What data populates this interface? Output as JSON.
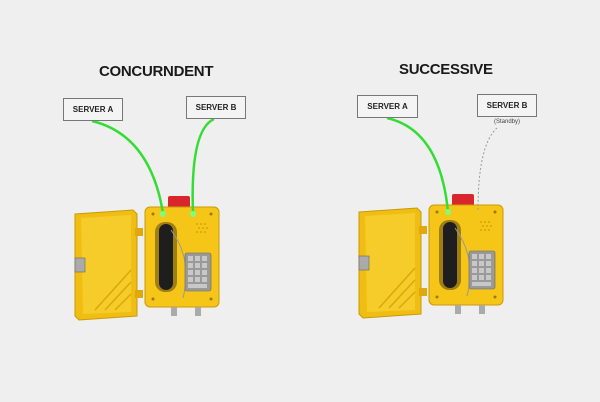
{
  "diagrams": [
    {
      "title": "CONCURNDENT",
      "server_a": "SERVER A",
      "server_b": "SERVER B"
    },
    {
      "title": "SUCCESSIVE",
      "server_a": "SERVER A",
      "server_b": "SERVER B",
      "server_b_note": "(Standby)"
    }
  ],
  "colors": {
    "active_line": "#33dd33",
    "standby_line": "#999999",
    "phone_body": "#f2c21a",
    "beacon": "#d9252c"
  }
}
